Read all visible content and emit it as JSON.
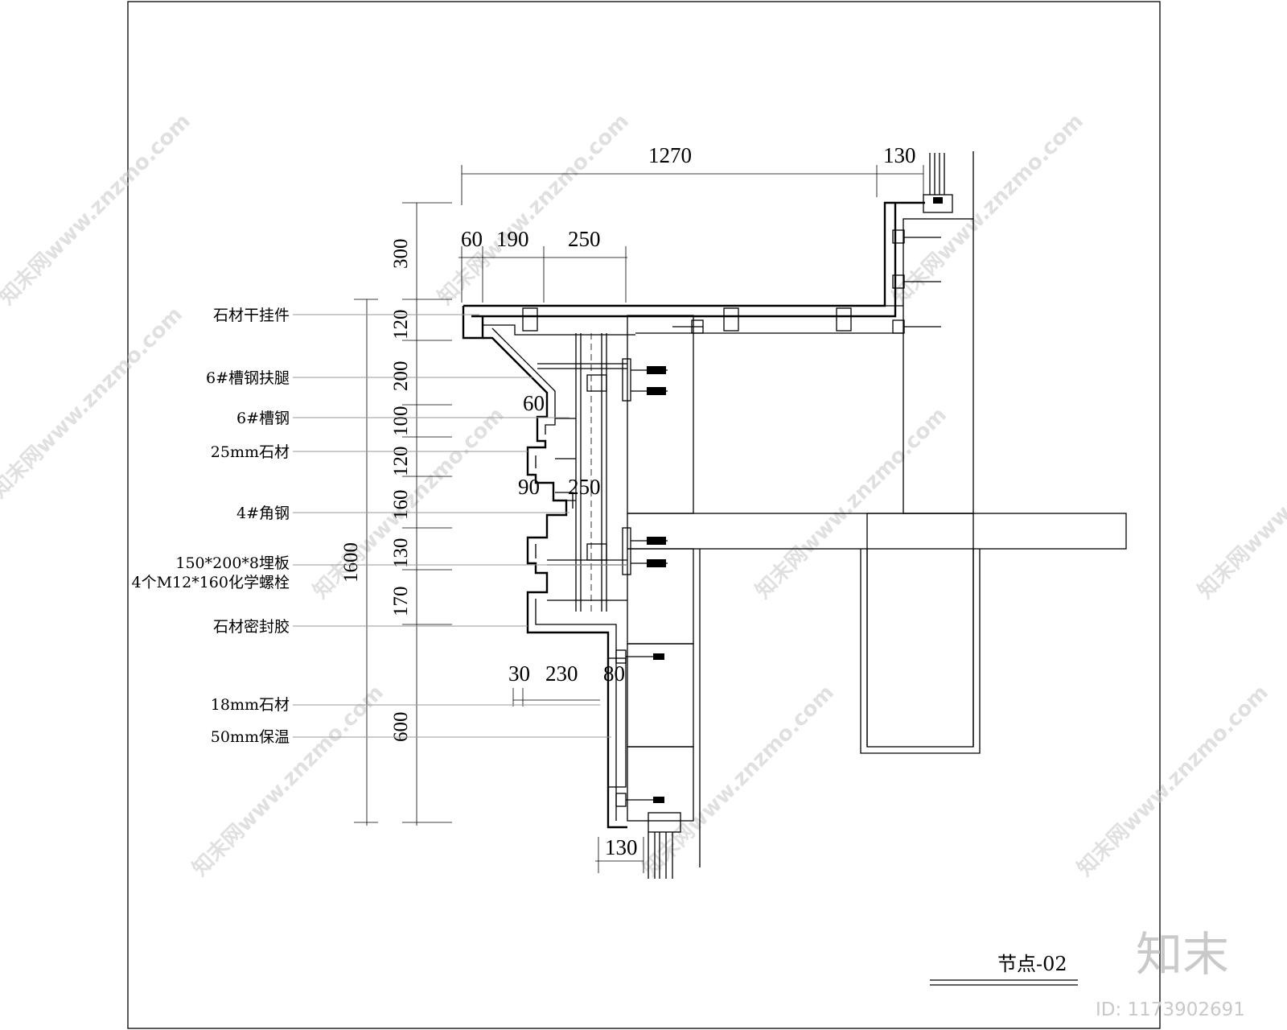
{
  "drawing": {
    "title": "节点-02",
    "brand_text": "知末",
    "brand_id": "ID: 1173902691",
    "watermark": "知末网www.znzmo.com"
  },
  "dimensions": {
    "top_1270": "1270",
    "top_130": "130",
    "top_60": "60",
    "top_190": "190",
    "top_250": "250",
    "mid_60": "60",
    "mid_90": "90",
    "mid_250": "250",
    "low_30": "30",
    "low_230": "230",
    "low_80": "80",
    "bottom_130": "130",
    "left_300": "300",
    "left_120a": "120",
    "left_200": "200",
    "left_100": "100",
    "left_120b": "120",
    "left_160": "160",
    "left_130": "130",
    "left_170": "170",
    "left_600": "600",
    "left_1600": "1600"
  },
  "labels": [
    "石材干挂件",
    "6#槽钢扶腿",
    "6#槽钢",
    "25mm石材",
    "4#角钢",
    "150*200*8埋板",
    "4个M12*160化学螺栓",
    "石材密封胶",
    "18mm石材",
    "50mm保温"
  ],
  "colors": {
    "line": "#000000",
    "leader": "#9a9a9a",
    "watermark": "#c8c8c8"
  }
}
